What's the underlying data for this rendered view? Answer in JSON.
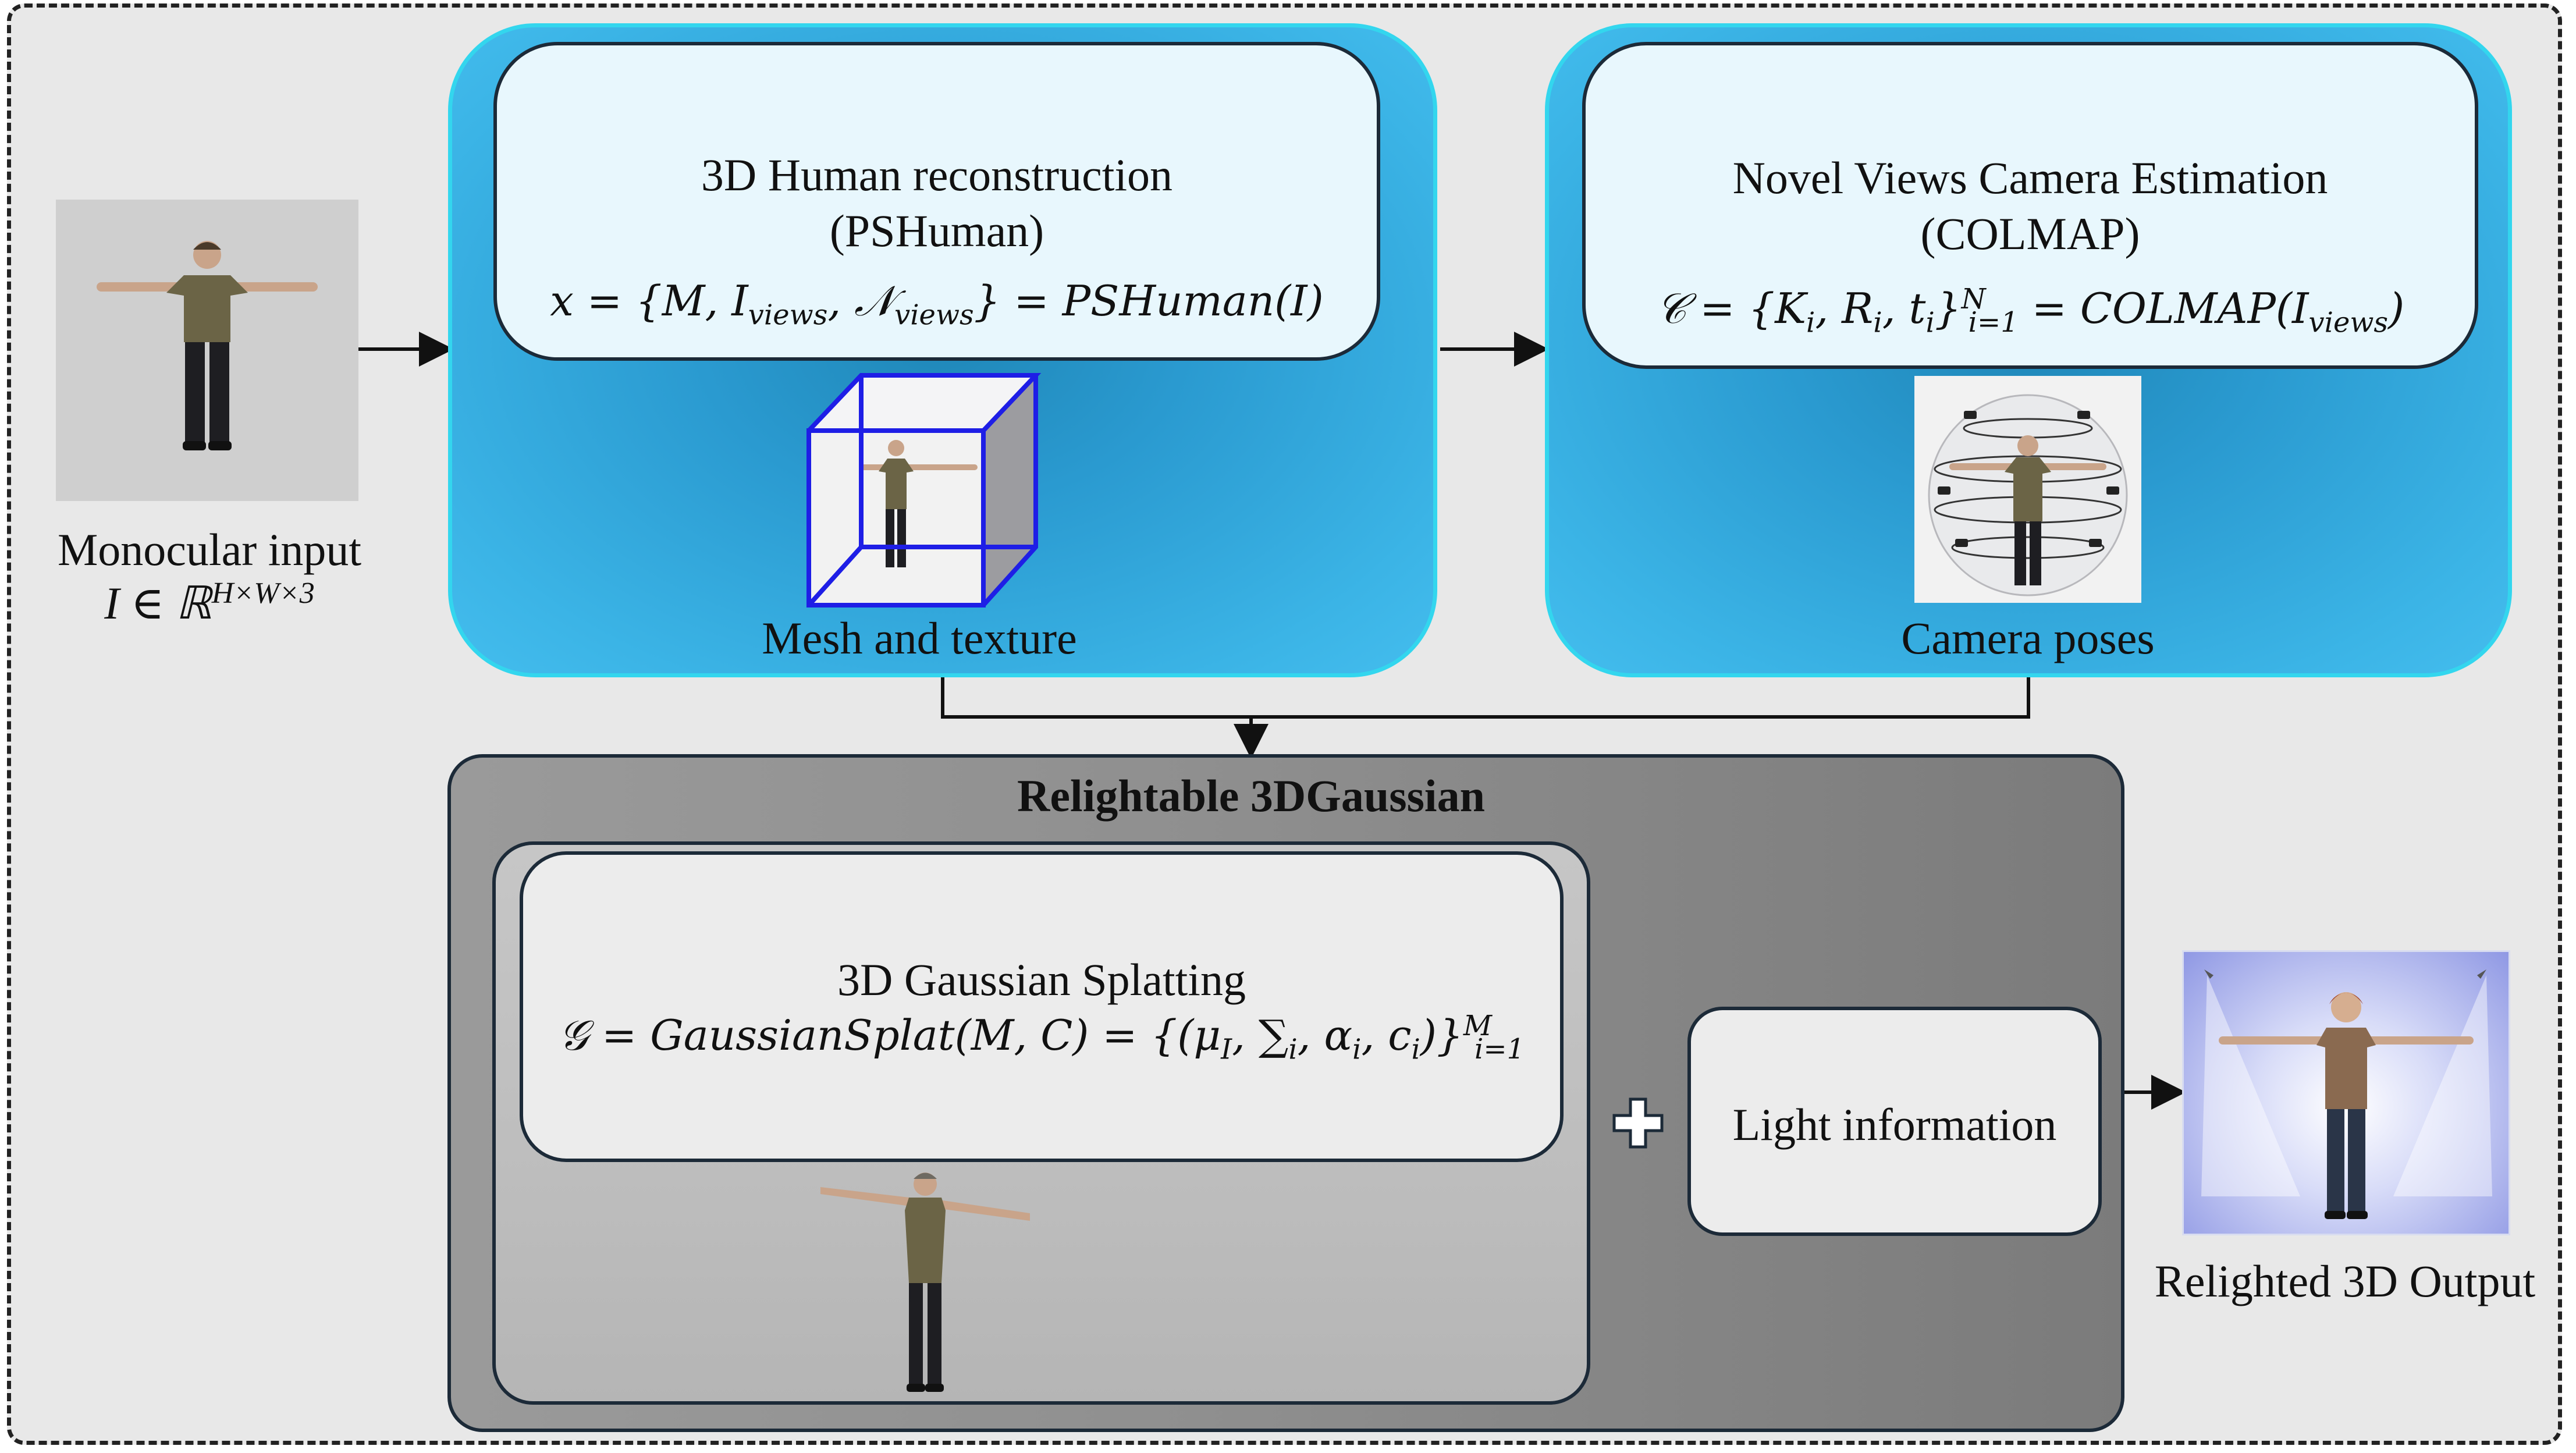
{
  "input": {
    "caption_line1": "Monocular input",
    "caption_line2": "I ∈ ℝ",
    "caption_sup": "H×W×3"
  },
  "reconstruction": {
    "title_line1": "3D Human reconstruction",
    "title_line2": "(PSHuman)",
    "formula_a": "x = {M, I",
    "formula_sub1": "views",
    "formula_b": ", 𝒩",
    "formula_sub2": "views",
    "formula_c": "} = PSHuman(I)",
    "caption": "Mesh and texture"
  },
  "camera": {
    "title_line1": "Novel Views Camera Estimation",
    "title_line2": "(COLMAP)",
    "formula_a": "𝒞 = {K",
    "formula_sub1": "i",
    "formula_b": ", R",
    "formula_sub2": "i",
    "formula_c": ", t",
    "formula_sub3": "i",
    "formula_d": "}",
    "formula_sup4": "N",
    "formula_sub4": "i=1",
    "formula_e": " = COLMAP(I",
    "formula_sub5": "views",
    "formula_f": ")",
    "caption": "Camera poses"
  },
  "relight": {
    "title": "Relightable 3DGaussian",
    "splat_title": "3D Gaussian Splatting",
    "formula_a": "𝒢 = GaussianSplat(M, C) = {(μ",
    "formula_sub1": "I",
    "formula_b": ", ∑",
    "formula_sub2": "i",
    "formula_c": ", α",
    "formula_sub3": "i",
    "formula_d": ", c",
    "formula_sub4": "i",
    "formula_e": ")}",
    "formula_sup5": "M",
    "formula_sub5": "i=1",
    "plus": "+",
    "light": "Light information"
  },
  "output": {
    "caption": "Relighted 3D Output"
  },
  "colors": {
    "panel_blue": "#2a9ad0",
    "panel_border": "#33d6ee",
    "card_bg": "#e8f7fd",
    "cube_blue": "#1e1ee6",
    "shirt": "#6b6446",
    "pants": "#1e1e22"
  }
}
